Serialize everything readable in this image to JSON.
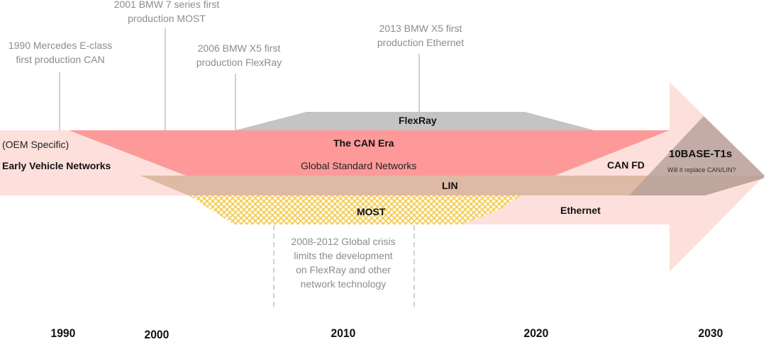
{
  "title": "Automotive In-Vehicle Network Evolution Timeline",
  "annotations": [
    {
      "id": "can-1990",
      "text": "1990 Mercedes E-class first production CAN",
      "year": 1990
    },
    {
      "id": "most-2001",
      "text": "2001 BMW 7 series first production MOST",
      "year": 2001
    },
    {
      "id": "flexray-2006",
      "text": "2006 BMW X5 first production FlexRay",
      "year": 2006
    },
    {
      "id": "ethernet-2013",
      "text": "2013 BMW X5 first production Ethernet",
      "year": 2013
    },
    {
      "id": "crisis",
      "text": "2008-2012 Global crisis limits the development on FlexRay and other network technology",
      "years": [
        2008,
        2012
      ]
    }
  ],
  "bands": {
    "early": {
      "title": "Early Vehicle Networks",
      "subtitle": "(OEM Specific)"
    },
    "can": {
      "title": "The CAN Era",
      "subtitle": "Global Standard Networks"
    },
    "flexray": {
      "title": "FlexRay"
    },
    "lin": {
      "title": "LIN"
    },
    "most": {
      "title": "MOST"
    },
    "canfd": {
      "title": "CAN FD"
    },
    "ethernet": {
      "title": "Ethernet"
    },
    "t1s": {
      "title": "10BASE-T1s",
      "subtitle": "Will it replace CAN/LIN?"
    }
  },
  "years": [
    "1990",
    "2000",
    "2010",
    "2020",
    "2030"
  ],
  "colors": {
    "arrow": "#fde0db",
    "can": "#fd9a99",
    "flexray": "#c4c4c4",
    "lin": "#deb9a5",
    "most": "#f5c842",
    "t1s": "#b8a29b",
    "annotation": "#8c8c8c"
  }
}
